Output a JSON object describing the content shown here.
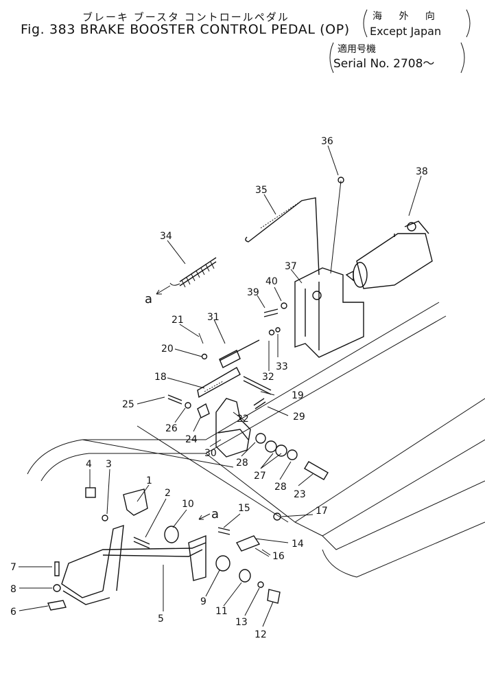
{
  "header": {
    "title_jp": "ブレーキ ブースタ コントロールペダル",
    "title_en": "Fig. 383 BRAKE BOOSTER CONTROL PEDAL (OP)",
    "market_jp": "海 外 向",
    "market_en": "Except Japan",
    "serial_jp": "適用号機",
    "serial_en": "Serial No. 2708～"
  },
  "callouts": [
    "1",
    "2",
    "3",
    "4",
    "5",
    "6",
    "7",
    "8",
    "9",
    "10",
    "11",
    "12",
    "13",
    "14",
    "15",
    "16",
    "17",
    "18",
    "19",
    "20",
    "21",
    "22",
    "23",
    "24",
    "25",
    "26",
    "27",
    "28",
    "28",
    "29",
    "30",
    "31",
    "32",
    "33",
    "34",
    "35",
    "36",
    "37",
    "38",
    "39",
    "40"
  ],
  "reference_marks": [
    "a",
    "a"
  ]
}
